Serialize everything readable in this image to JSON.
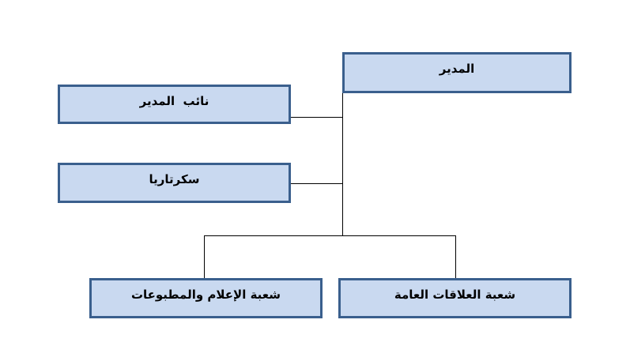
{
  "diagram": {
    "type": "org-chart",
    "nodes": [
      {
        "id": "director",
        "label": "المدير"
      },
      {
        "id": "deputy-director",
        "label": "نائب  المدير"
      },
      {
        "id": "secretariat",
        "label": "سكرتاريا"
      },
      {
        "id": "media-publications",
        "label": "شعبة الإعلام والمطبوعات"
      },
      {
        "id": "public-relations",
        "label": "شعبة العلاقات العامة"
      }
    ],
    "edges": [
      {
        "from": "director",
        "to": "deputy-director"
      },
      {
        "from": "director",
        "to": "secretariat"
      },
      {
        "from": "director",
        "to": "media-publications"
      },
      {
        "from": "director",
        "to": "public-relations"
      }
    ],
    "colors": {
      "box_fill": "#c9d9f0",
      "box_border": "#3a5f8d",
      "connector": "#000000",
      "text": "#000000"
    }
  }
}
